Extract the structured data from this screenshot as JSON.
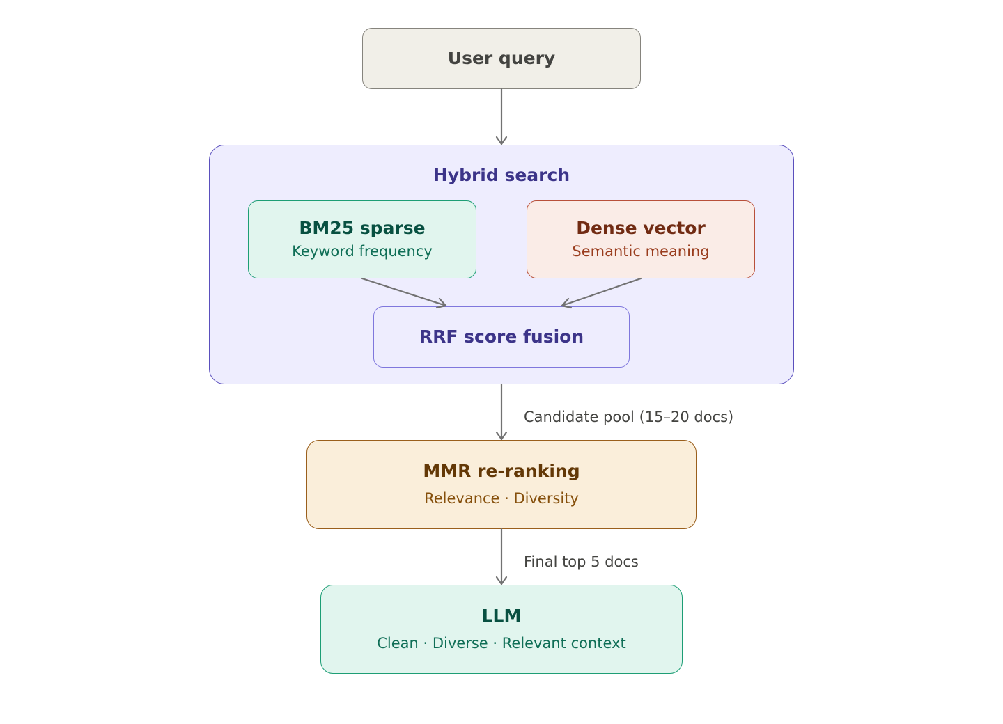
{
  "nodes": {
    "query": {
      "title": "User query"
    },
    "hybrid": {
      "title": "Hybrid search"
    },
    "bm25": {
      "title": "BM25 sparse",
      "subtitle": "Keyword frequency"
    },
    "dense": {
      "title": "Dense vector",
      "subtitle": "Semantic meaning"
    },
    "rrf": {
      "title": "RRF score fusion"
    },
    "mmr": {
      "title": "MMR re-ranking",
      "subtitle": "Relevance · Diversity"
    },
    "llm": {
      "title": "LLM",
      "subtitle": "Clean · Diverse · Relevant context"
    }
  },
  "edges": {
    "candidate_label": "Candidate pool (15–20 docs)",
    "final_label": "Final top 5 docs"
  },
  "colors": {
    "arrow": "#727272",
    "query_fill": "#f1efe8",
    "hybrid_fill": "#eeedfe",
    "bm25_fill": "#e1f5ee",
    "dense_fill": "#faece7",
    "mmr_fill": "#faeeda",
    "llm_fill": "#e1f5ee"
  }
}
